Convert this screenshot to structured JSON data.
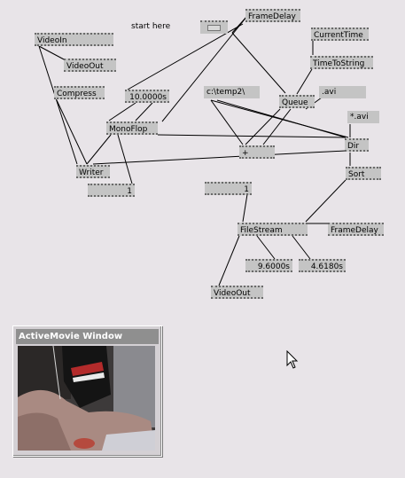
{
  "canvas_label": "start here",
  "nodes": {
    "frame_delay_top": "FrameDelay",
    "video_in": "VideoIn",
    "video_out_top": "VideoOut",
    "current_time": "CurrentTime",
    "time_to_string": "TimeToString",
    "compress": "Compress",
    "value_10s": "10.0000s",
    "path": "c:\\temp2\\",
    "avi_ext": ".avi",
    "queue": "Queue",
    "wildcard": "*.avi",
    "monoflop": "MonoFlop",
    "dir": "Dir",
    "plus": "+",
    "writer": "Writer",
    "sort": "Sort",
    "value_1_left": "1",
    "value_1_mid": "1",
    "filestream": "FileStream",
    "frame_delay_bottom": "FrameDelay",
    "value_9s": "9.6000s",
    "value_4s": "4.6180s",
    "video_out_bottom": "VideoOut"
  },
  "activemovie": {
    "title": "ActiveMovie Window"
  }
}
